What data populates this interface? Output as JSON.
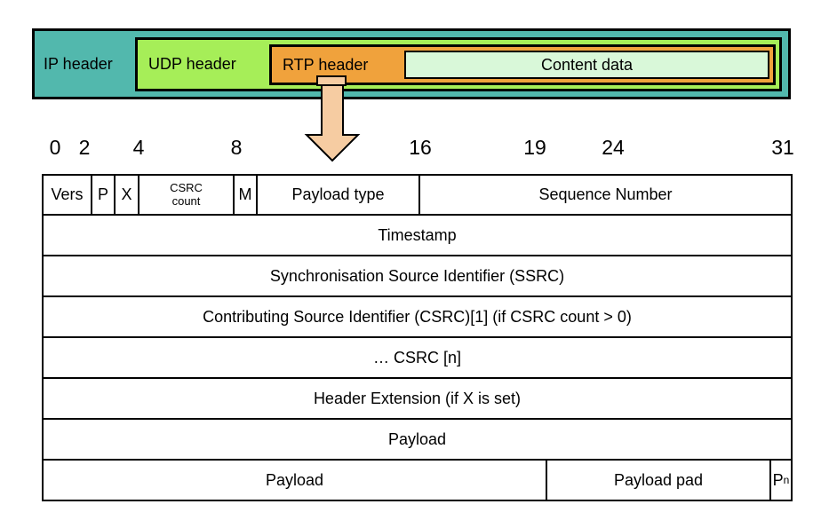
{
  "encapsulation": {
    "ip_label": "IP header",
    "udp_label": "UDP header",
    "rtp_label": "RTP header",
    "content_label": "Content data",
    "colors": {
      "ip": "#52B8AD",
      "udp": "#A6EE58",
      "rtp": "#F0A23C",
      "content": "#D9F8D9",
      "arrow": "#F6CCA2"
    }
  },
  "bit_scale": [
    "0",
    "2",
    "4",
    "8",
    "16",
    "19",
    "24",
    "31"
  ],
  "rtp_table": {
    "row1": [
      "Vers",
      "P",
      "X",
      "CSRC count",
      "M",
      "Payload type",
      "Sequence Number"
    ],
    "full_rows": [
      "Timestamp",
      "Synchronisation Source Identifier (SSRC)",
      "Contributing Source Identifier (CSRC)[1] (if CSRC count > 0)",
      "… CSRC [n]",
      "Header Extension (if X is set)",
      "Payload"
    ],
    "last_row": {
      "payload": "Payload",
      "pad": "Payload pad",
      "pn_base": "P",
      "pn_sub": "n"
    }
  }
}
